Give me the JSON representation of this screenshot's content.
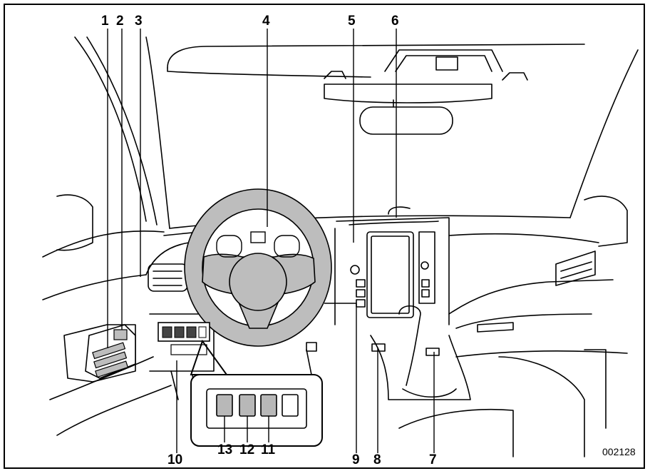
{
  "figure": {
    "image_code": "002128",
    "callouts": [
      {
        "id": "c1",
        "label": "1"
      },
      {
        "id": "c2",
        "label": "2"
      },
      {
        "id": "c3",
        "label": "3"
      },
      {
        "id": "c4",
        "label": "4"
      },
      {
        "id": "c5",
        "label": "5"
      },
      {
        "id": "c6",
        "label": "6"
      },
      {
        "id": "c7",
        "label": "7"
      },
      {
        "id": "c8",
        "label": "8"
      },
      {
        "id": "c9",
        "label": "9"
      },
      {
        "id": "c10",
        "label": "10"
      },
      {
        "id": "c11",
        "label": "11"
      },
      {
        "id": "c12",
        "label": "12"
      },
      {
        "id": "c13",
        "label": "13"
      }
    ]
  },
  "colors": {
    "line": "#000000",
    "wheel_fill": "#bdbdbd",
    "switch_fill": "#b8b8b8",
    "screen_fill": "#ffffff",
    "border": "#000000"
  }
}
